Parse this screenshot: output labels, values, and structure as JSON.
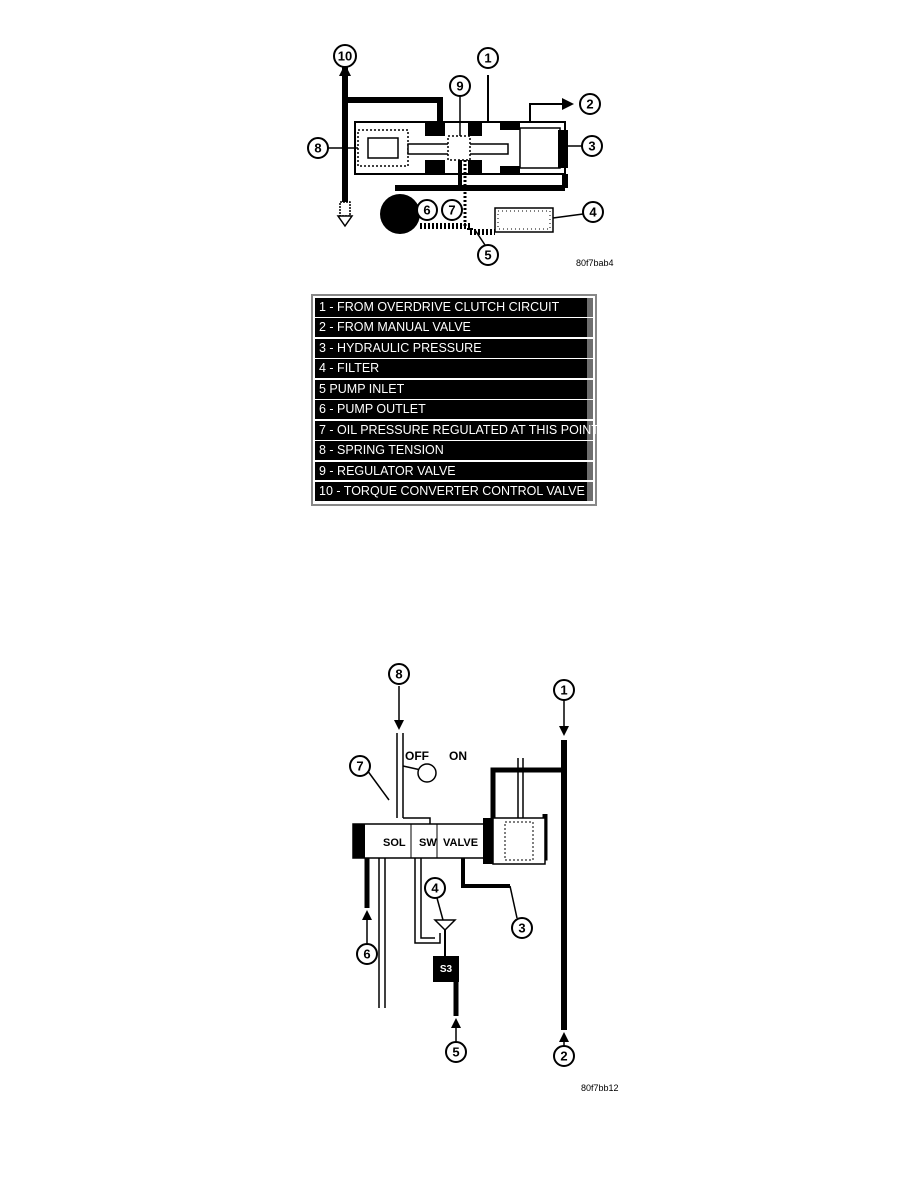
{
  "figure1": {
    "code": "80f7bab4",
    "callouts": [
      "1",
      "2",
      "3",
      "4",
      "5",
      "6",
      "7",
      "8",
      "9",
      "10"
    ]
  },
  "legend": {
    "items": [
      "1 - FROM OVERDRIVE CLUTCH CIRCUIT",
      "2 - FROM MANUAL VALVE",
      "3 - HYDRAULIC PRESSURE",
      "4 - FILTER",
      "5   PUMP INLET",
      "6 - PUMP OUTLET",
      "7 - OIL PRESSURE REGULATED AT THIS POINT",
      "8 - SPRING TENSION",
      "9 - REGULATOR VALVE",
      "10 - TORQUE CONVERTER CONTROL VALVE"
    ]
  },
  "figure2": {
    "code": "80f7bb12",
    "callouts": [
      "1",
      "2",
      "3",
      "4",
      "5",
      "6",
      "7",
      "8"
    ],
    "labels": {
      "off": "OFF",
      "on": "ON",
      "sol": "SOL",
      "sw": "SW",
      "valve": "VALVE",
      "s3": "S3"
    }
  }
}
